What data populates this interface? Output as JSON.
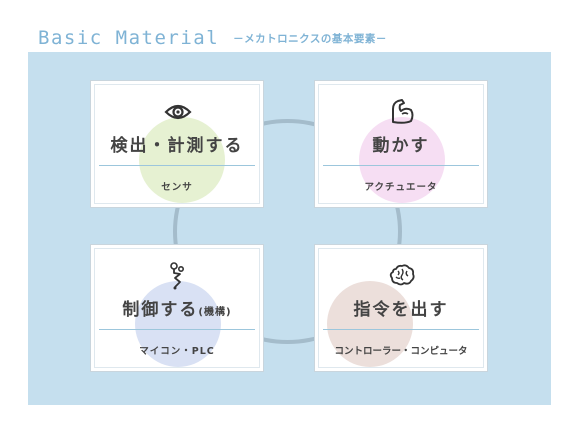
{
  "header": {
    "title": "Basic Material",
    "subtitle": "－メカトロニクスの基本要素－"
  },
  "cards": [
    {
      "title": "検出・計測する",
      "caption": "センサ",
      "icon": "eye-icon",
      "accent": "#e6f1d2"
    },
    {
      "title": "動かす",
      "caption": "アクチュエータ",
      "icon": "flexed-arm-icon",
      "accent": "#f6def3"
    },
    {
      "title": "制御する",
      "title_note": "(機構)",
      "caption": "マイコン・PLC",
      "icon": "circuit-node-icon",
      "accent": "#d9e1f4"
    },
    {
      "title": "指令を出す",
      "caption": "コントローラー・コンピュータ",
      "icon": "brain-icon",
      "accent": "#ecdfdb"
    }
  ],
  "colors": {
    "panel": "#c5dfee",
    "ring": "#a4bccb",
    "brand": "#7fb3d5",
    "text": "#444444"
  }
}
